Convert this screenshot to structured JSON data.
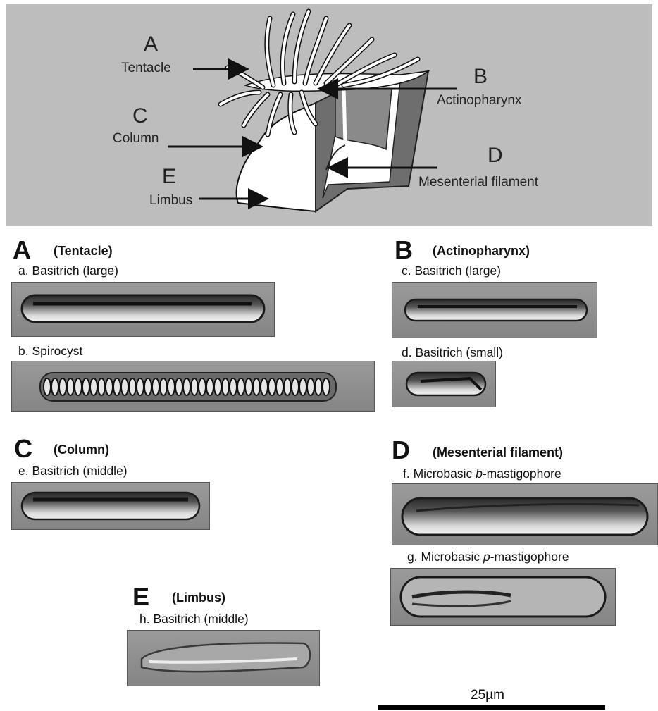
{
  "diagram": {
    "labels": {
      "A": {
        "letter": "A",
        "name": "Tentacle"
      },
      "B": {
        "letter": "B",
        "name": "Actinopharynx"
      },
      "C": {
        "letter": "C",
        "name": "Column"
      },
      "D": {
        "letter": "D",
        "name": "Mesenterial filament"
      },
      "E": {
        "letter": "E",
        "name": "Limbus"
      }
    }
  },
  "sections": {
    "A": {
      "letter": "A",
      "title": "(Tentacle)",
      "items": [
        {
          "caption": "a. Basitrich (large)"
        },
        {
          "caption": "b. Spirocyst"
        }
      ]
    },
    "B": {
      "letter": "B",
      "title": "(Actinopharynx)",
      "items": [
        {
          "caption": "c. Basitrich (large)"
        },
        {
          "caption": "d. Basitrich (small)"
        }
      ]
    },
    "C": {
      "letter": "C",
      "title": "(Column)",
      "items": [
        {
          "caption": "e. Basitrich (middle)"
        }
      ]
    },
    "D": {
      "letter": "D",
      "title": "(Mesenterial filament)",
      "items": [
        {
          "caption_prefix": "f. Microbasic ",
          "caption_italic": "b",
          "caption_suffix": "-mastigophore"
        },
        {
          "caption_prefix": "g. Microbasic ",
          "caption_italic": "p",
          "caption_suffix": "-mastigophore"
        }
      ]
    },
    "E": {
      "letter": "E",
      "title": "(Limbus)",
      "items": [
        {
          "caption": "h. Basitrich (middle)"
        }
      ]
    }
  },
  "scale": {
    "label": "25µm"
  }
}
